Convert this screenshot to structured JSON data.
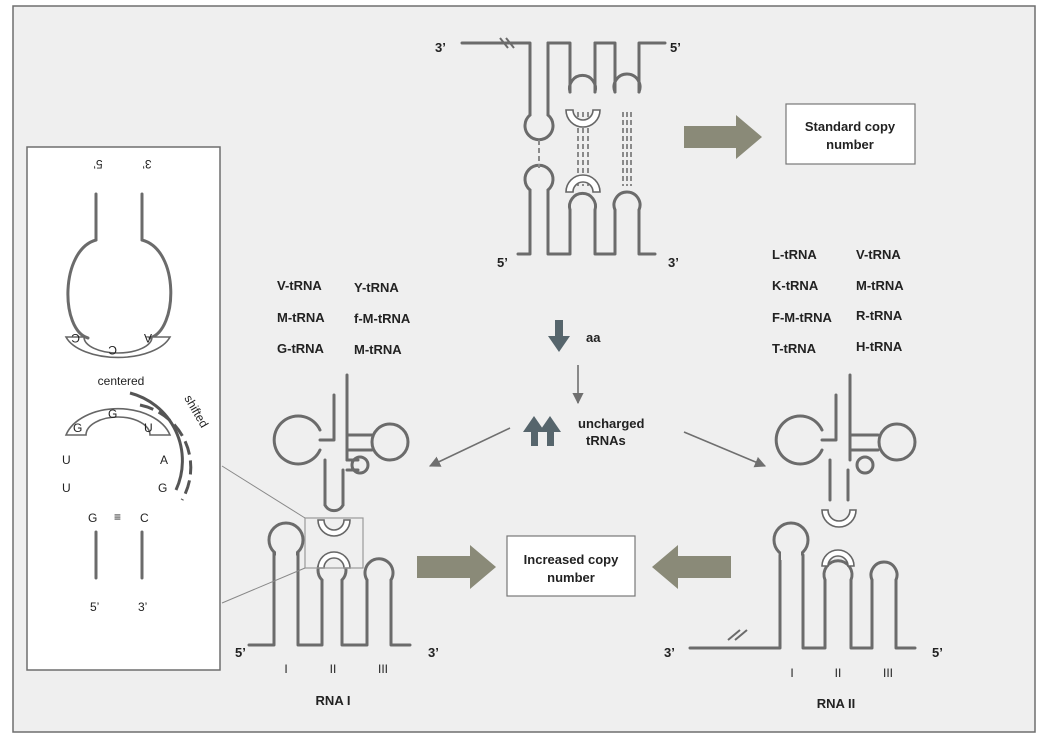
{
  "colors": {
    "background": "#efefef",
    "frame": "#6e6e6e",
    "strand": "#6b6b6b",
    "big_arrow": "#8a8a78",
    "small_arrow": "#56656c"
  },
  "top": {
    "end_left": "3’",
    "end_right": "5’",
    "end_bottom_left": "5’",
    "end_bottom_right": "3’"
  },
  "boxes": {
    "standard": [
      "Standard copy",
      "number"
    ],
    "increased": [
      "Increased copy",
      "number"
    ]
  },
  "middle": {
    "aa": "aa",
    "uncharged": [
      "uncharged",
      "tRNAs"
    ]
  },
  "trna_left": [
    "V-tRNA",
    "Y-tRNA",
    "M-tRNA",
    "f-M-tRNA",
    "G-tRNA",
    "M-tRNA"
  ],
  "trna_right": [
    "L-tRNA",
    "V-tRNA",
    "K-tRNA",
    "M-tRNA",
    "F-M-tRNA",
    "R-tRNA",
    "T-tRNA",
    "H-tRNA"
  ],
  "rna1": {
    "name": "RNA I",
    "end_left": "5’",
    "end_right": "3’",
    "loops": [
      "I",
      "II",
      "III"
    ]
  },
  "rna2": {
    "name": "RNA II",
    "end_left": "3’",
    "end_right": "5’",
    "loops": [
      "I",
      "II",
      "III"
    ]
  },
  "inset": {
    "top_left": "5’",
    "top_right": "3’",
    "anticodon_top": [
      "C",
      "C",
      "A"
    ],
    "centered": "centered",
    "shifted": "shifted",
    "anticodon_mid": [
      "G",
      "G",
      "U"
    ],
    "left_col": [
      "U",
      "U"
    ],
    "right_col": [
      "A",
      "G"
    ],
    "bottom_pair": [
      "G",
      "≡",
      "C"
    ],
    "bottom_left": "5’",
    "bottom_right": "3’"
  }
}
